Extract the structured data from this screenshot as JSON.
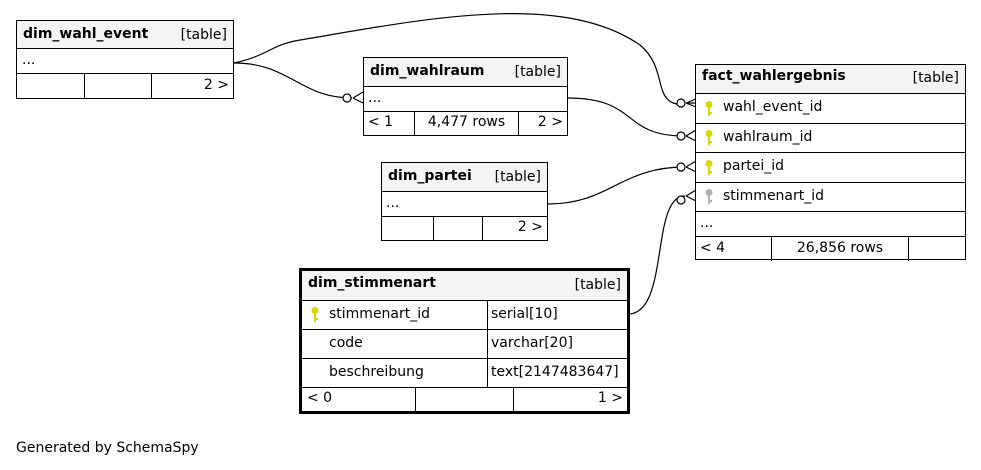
{
  "tables": {
    "dim_wahl_event": {
      "name": "dim_wahl_event",
      "type": "[table]",
      "ellipsis": "...",
      "footer": [
        "",
        "",
        "2 >"
      ]
    },
    "dim_wahlraum": {
      "name": "dim_wahlraum",
      "type": "[table]",
      "ellipsis": "...",
      "footer": [
        "< 1",
        "4,477 rows",
        "2 >"
      ]
    },
    "dim_partei": {
      "name": "dim_partei",
      "type": "[table]",
      "ellipsis": "...",
      "footer": [
        "",
        "",
        "2 >"
      ]
    },
    "fact_wahlergebnis": {
      "name": "fact_wahlergebnis",
      "type": "[table]",
      "columns": [
        {
          "name": "wahl_event_id",
          "key": "foreign-key-yellow"
        },
        {
          "name": "wahlraum_id",
          "key": "foreign-key-yellow"
        },
        {
          "name": "partei_id",
          "key": "foreign-key-yellow"
        },
        {
          "name": "stimmenart_id",
          "key": "foreign-key-gray"
        }
      ],
      "ellipsis": "...",
      "footer": [
        "< 4",
        "26,856 rows",
        ""
      ]
    },
    "dim_stimmenart": {
      "name": "dim_stimmenart",
      "type": "[table]",
      "columns": [
        {
          "name": "stimmenart_id",
          "datatype": "serial[10]",
          "key": "primary-key-yellow"
        },
        {
          "name": "code",
          "datatype": "varchar[20]",
          "key": ""
        },
        {
          "name": "beschreibung",
          "datatype": "text[2147483647]",
          "key": ""
        }
      ],
      "footer": [
        "< 0",
        "",
        "1 >"
      ]
    }
  },
  "colors": {
    "key_yellow": "#d8d800",
    "key_gray": "#b0b0b0",
    "header_bg": "#f4f4f4"
  },
  "footer_text": "Generated by SchemaSpy"
}
